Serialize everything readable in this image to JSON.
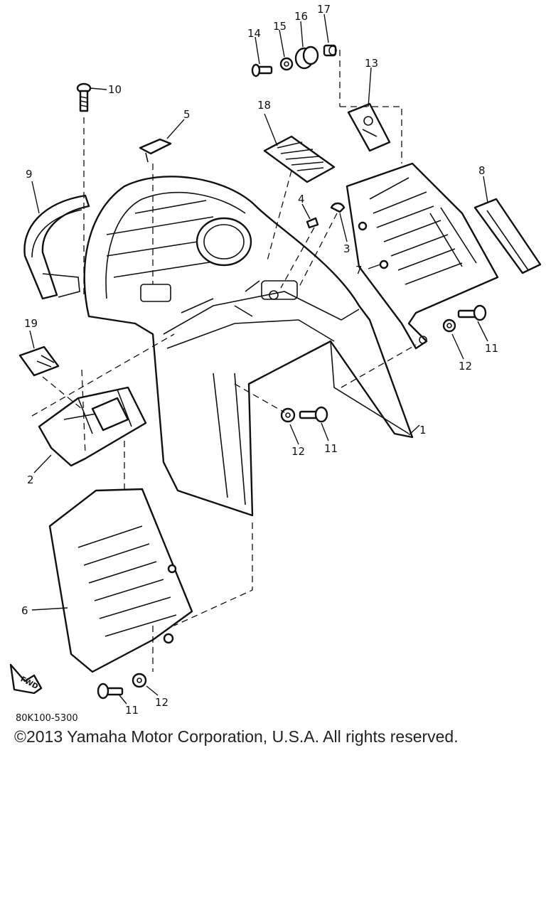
{
  "callouts": [
    "1",
    "2",
    "3",
    "4",
    "5",
    "6",
    "7",
    "8",
    "9",
    "10",
    "11",
    "11",
    "11",
    "12",
    "12",
    "12",
    "13",
    "14",
    "15",
    "16",
    "17",
    "18",
    "19"
  ],
  "direction_badge": "FWD",
  "drawing_code": "80K100-5300",
  "copyright": "©2013 Yamaha Motor Corporation, U.S.A. All rights reserved."
}
